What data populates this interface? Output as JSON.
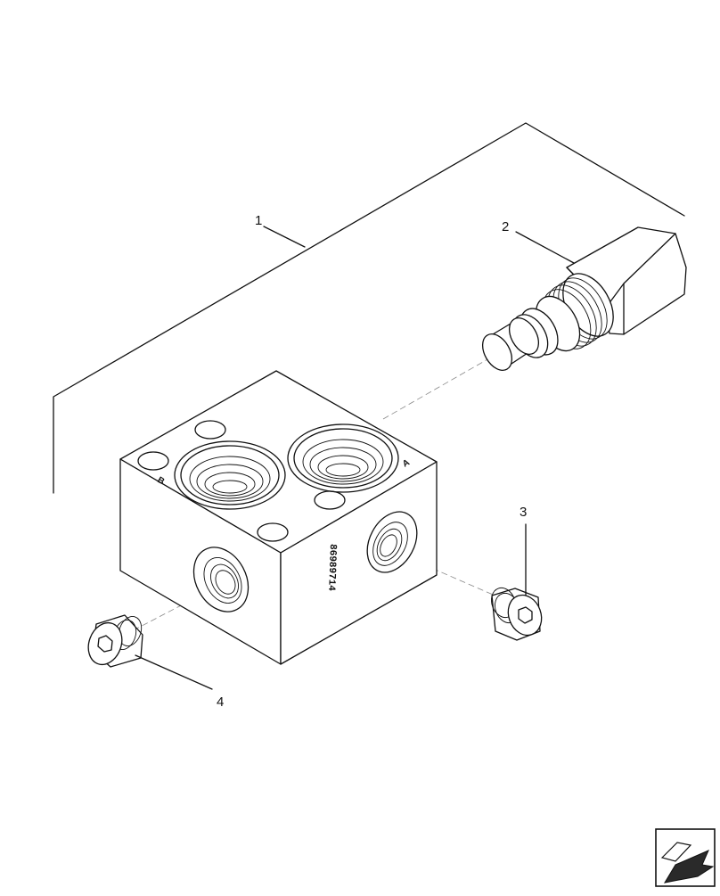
{
  "diagram": {
    "callouts": [
      {
        "id": "1",
        "label": "1"
      },
      {
        "id": "2",
        "label": "2"
      },
      {
        "id": "3",
        "label": "3"
      },
      {
        "id": "4",
        "label": "4"
      }
    ],
    "block": {
      "port_a": "A",
      "port_b": "B",
      "part_stamp": "86989714"
    },
    "nav_icon": "previous-page-arrow-icon"
  }
}
